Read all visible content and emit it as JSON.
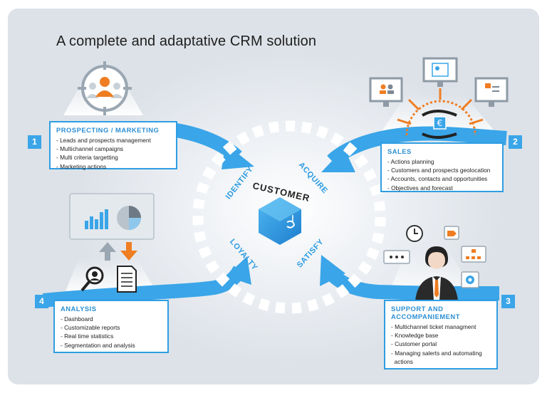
{
  "title": "A complete and adaptative CRM solution",
  "center": {
    "label": "CUSTOMER",
    "cycle": {
      "identify": "IDENTIFY",
      "acquire": "ACQUIRE",
      "satisfy": "SATISFY",
      "loyalty": "LOYALTY"
    }
  },
  "panels": {
    "prospecting": {
      "number": "1",
      "title": "PROSPECTING / MARKETING",
      "items": [
        "- Leads and prospects management",
        "- Multichannel campaigns",
        "- Multi criteria targetting",
        "- Marketing actions"
      ]
    },
    "sales": {
      "number": "2",
      "title": "SALES",
      "items": [
        "- Actions planning",
        "- Customers and prospects geolocation",
        "- Accounts, contacts and opportunities",
        "- Objectives and forecast"
      ]
    },
    "support": {
      "number": "3",
      "title_line1": "SUPPORT AND",
      "title_line2": "ACCOMPANIEMENT",
      "items": [
        "- Multichannel ticket managment",
        "- Knowledge base",
        "- Customer portal",
        "- Managing salerts and automating",
        "  actions"
      ]
    },
    "analysis": {
      "number": "4",
      "title": "ANALYSIS",
      "items": [
        "- Dashboard",
        "- Customizable reports",
        "- Real time statistics",
        "- Segmentation and analysis"
      ]
    }
  },
  "icons": {
    "prospecting": "target-people-icon",
    "sales": "monitors-euro-handshake-icon",
    "support": "businessman-services-icon",
    "analysis": "analytics-report-icon"
  },
  "colors": {
    "accent_blue": "#2f9ee3",
    "orange": "#ef7d22",
    "hex_blue": "#2b8fd8"
  }
}
